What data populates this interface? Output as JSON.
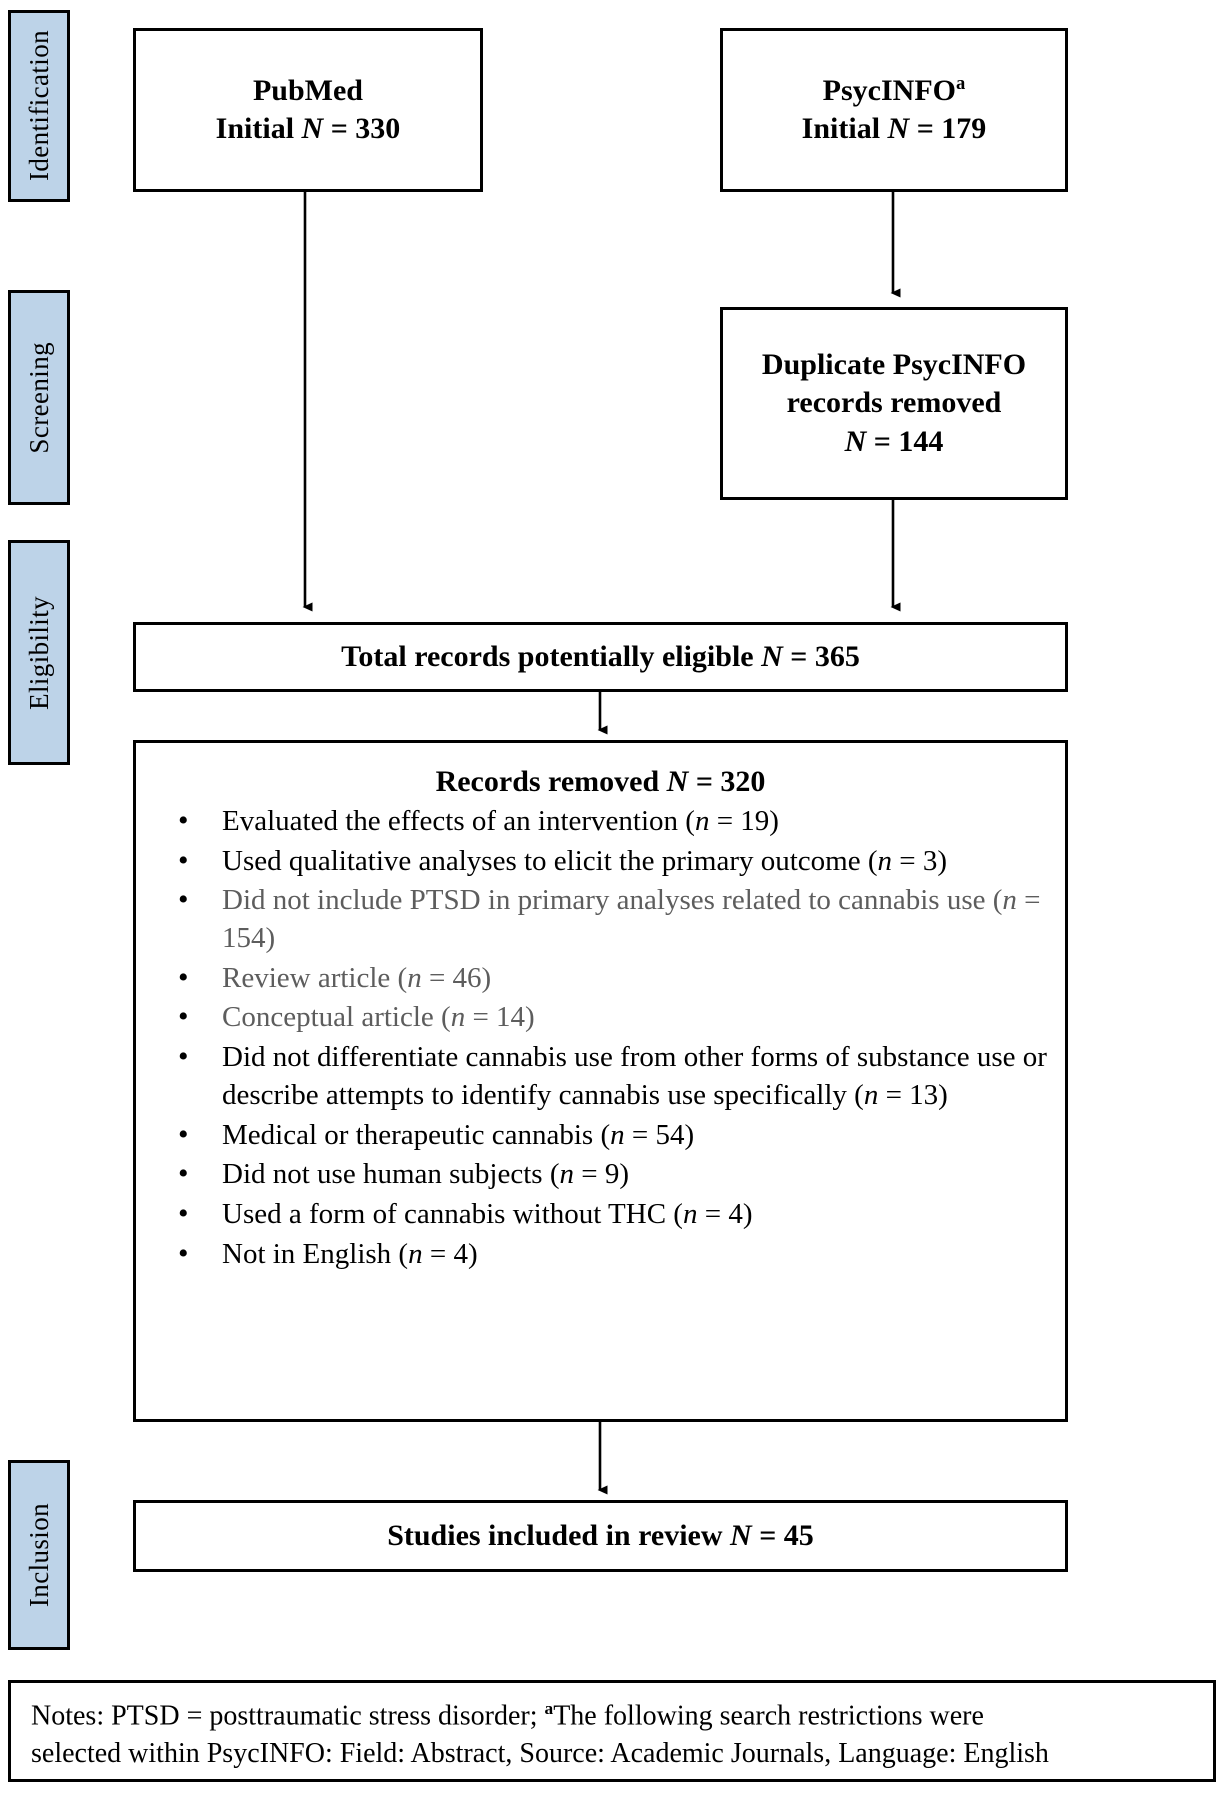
{
  "figure": {
    "type": "prisma-flow-diagram",
    "accent_color": "#bdd3e8",
    "border_color": "#000000",
    "dim_text_color": "#5d5d5d"
  },
  "stages": [
    {
      "id": "identification",
      "label": "Identification"
    },
    {
      "id": "screening",
      "label": "Screening"
    },
    {
      "id": "eligibility",
      "label": "Eligibility"
    },
    {
      "id": "inclusion",
      "label": "Inclusion"
    }
  ],
  "boxes": {
    "pubmed": {
      "line1": "PubMed",
      "line2_prefix": "Initial ",
      "line2_symbol": "N",
      "line2_value": " = 330"
    },
    "psycinfo": {
      "line1": "PsycINFO",
      "line1_superscript": "a",
      "line2_prefix": "Initial ",
      "line2_symbol": "N",
      "line2_value": " = 179"
    },
    "duplicates": {
      "line1": "Duplicate PsycINFO",
      "line2": "records removed",
      "line3_symbol": "N",
      "line3_value": " = 144"
    },
    "eligible": {
      "prefix": "Total records potentially eligible ",
      "symbol": "N",
      "value": " = 365"
    },
    "included": {
      "prefix": "Studies included in review ",
      "symbol": "N",
      "value": " = 45"
    }
  },
  "removed": {
    "heading_prefix": "Records removed ",
    "heading_symbol": "N",
    "heading_value": " = 320",
    "reasons": [
      {
        "text": "Evaluated the effects of an intervention (",
        "symbol": "n",
        "count": " = 19)",
        "dim": false
      },
      {
        "text": "Used qualitative analyses to elicit the primary outcome (",
        "symbol": "n",
        "count": " = 3)",
        "dim": false
      },
      {
        "text": "Did not include PTSD in primary analyses related to cannabis use (",
        "symbol": "n",
        "count": " = 154)",
        "dim": true
      },
      {
        "text": "Review article (",
        "symbol": "n",
        "count": " = 46)",
        "dim": true
      },
      {
        "text": "Conceptual article (",
        "symbol": "n",
        "count": " = 14)",
        "dim": true
      },
      {
        "text": "Did not differentiate cannabis use from other forms of substance use or describe attempts to identify cannabis use specifically (",
        "symbol": "n",
        "count": " = 13)",
        "dim": false
      },
      {
        "text": "Medical or therapeutic cannabis (",
        "symbol": "n",
        "count": " = 54)",
        "dim": false
      },
      {
        "text": "Did not use human subjects (",
        "symbol": "n",
        "count": " = 9)",
        "dim": false
      },
      {
        "text": "Used a form of cannabis without THC (",
        "symbol": "n",
        "count": " = 4)",
        "dim": false
      },
      {
        "text": "Not in English (",
        "symbol": "n",
        "count": " = 4)",
        "dim": false
      }
    ]
  },
  "notes": {
    "line1_a": "Notes: PTSD = posttraumatic stress disorder; ",
    "line1_superscript": "a",
    "line1_b": "The following search restrictions were",
    "line2": "selected within PsycINFO: Field: Abstract, Source: Academic Journals, Language: English"
  },
  "chart_data": {
    "type": "flow",
    "title": "PRISMA study selection flow",
    "nodes": [
      {
        "id": "pubmed",
        "label": "PubMed Initial N = 330",
        "value": 330,
        "stage": "Identification"
      },
      {
        "id": "psycinfo",
        "label": "PsycINFO Initial N = 179",
        "value": 179,
        "stage": "Identification"
      },
      {
        "id": "duplicates",
        "label": "Duplicate PsycINFO records removed N = 144",
        "value": 144,
        "stage": "Screening"
      },
      {
        "id": "eligible",
        "label": "Total records potentially eligible N = 365",
        "value": 365,
        "stage": "Eligibility"
      },
      {
        "id": "removed",
        "label": "Records removed N = 320",
        "value": 320,
        "stage": "Eligibility"
      },
      {
        "id": "included",
        "label": "Studies included in review N = 45",
        "value": 45,
        "stage": "Inclusion"
      }
    ],
    "edges": [
      {
        "from": "pubmed",
        "to": "eligible"
      },
      {
        "from": "psycinfo",
        "to": "duplicates"
      },
      {
        "from": "duplicates",
        "to": "eligible"
      },
      {
        "from": "eligible",
        "to": "removed"
      },
      {
        "from": "removed",
        "to": "included"
      }
    ],
    "exclusion_breakdown": {
      "categories": [
        "Evaluated the effects of an intervention",
        "Used qualitative analyses to elicit the primary outcome",
        "Did not include PTSD in primary analyses related to cannabis use",
        "Review article",
        "Conceptual article",
        "Did not differentiate cannabis use from other forms of substance use or describe attempts to identify cannabis use specifically",
        "Medical or therapeutic cannabis",
        "Did not use human subjects",
        "Used a form of cannabis without THC",
        "Not in English"
      ],
      "values": [
        19,
        3,
        154,
        46,
        14,
        13,
        54,
        9,
        4,
        4
      ],
      "total": 320
    }
  }
}
